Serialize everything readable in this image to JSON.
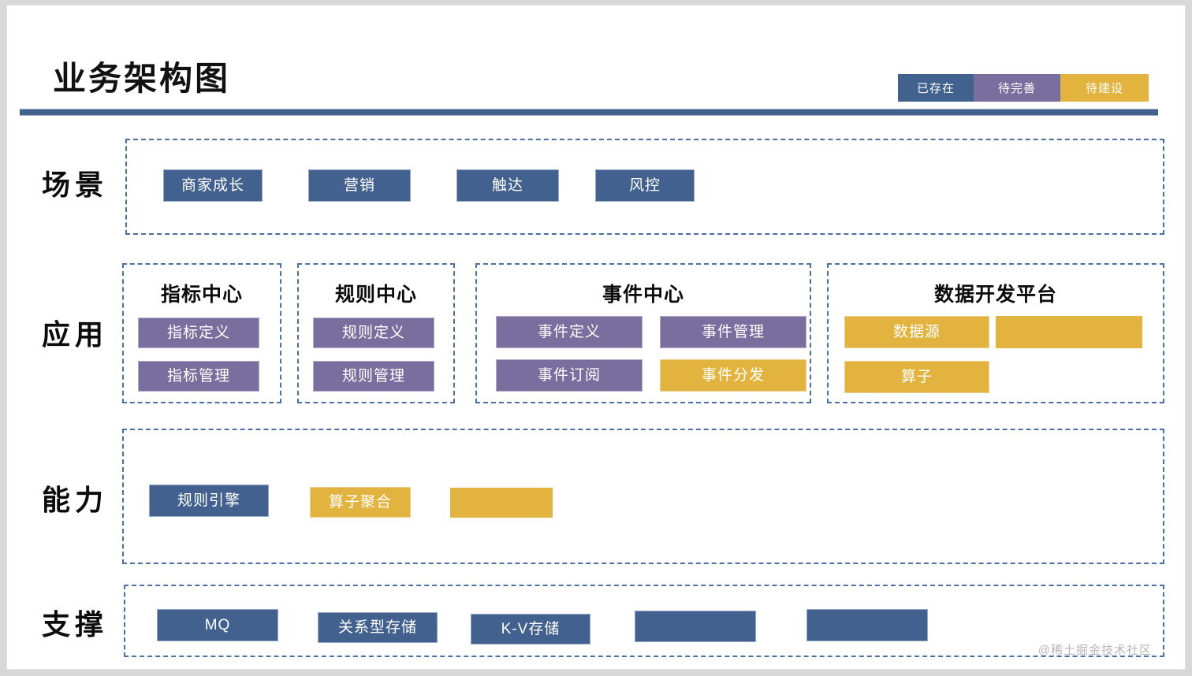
{
  "header": {
    "title": "业务架构图"
  },
  "legend": {
    "items": [
      {
        "label": "已存在",
        "color": "#41618f",
        "key": "exist"
      },
      {
        "label": "待完善",
        "color": "#7a6e9e",
        "key": "improve"
      },
      {
        "label": "待建设",
        "color": "#e2b33e",
        "key": "build"
      }
    ]
  },
  "rows": {
    "scene": {
      "label": "场景",
      "items": [
        {
          "label": "商家成长",
          "status": "已存在"
        },
        {
          "label": "营销",
          "status": "已存在"
        },
        {
          "label": "触达",
          "status": "已存在"
        },
        {
          "label": "风控",
          "status": "已存在"
        }
      ]
    },
    "application": {
      "label": "应用",
      "groups": [
        {
          "title": "指标中心",
          "items": [
            {
              "label": "指标定义",
              "status": "待完善"
            },
            {
              "label": "指标管理",
              "status": "待完善"
            }
          ]
        },
        {
          "title": "规则中心",
          "items": [
            {
              "label": "规则定义",
              "status": "待完善"
            },
            {
              "label": "规则管理",
              "status": "待完善"
            }
          ]
        },
        {
          "title": "事件中心",
          "items": [
            {
              "label": "事件定义",
              "status": "待完善"
            },
            {
              "label": "事件管理",
              "status": "待完善"
            },
            {
              "label": "事件订阅",
              "status": "待完善"
            },
            {
              "label": "事件分发",
              "status": "待建设"
            }
          ]
        },
        {
          "title": "数据开发平台",
          "items": [
            {
              "label": "数据源",
              "status": "待建设"
            },
            {
              "label": "",
              "status": "待建设"
            },
            {
              "label": "算子",
              "status": "待建设"
            }
          ]
        }
      ]
    },
    "ability": {
      "label": "能力",
      "items": [
        {
          "label": "规则引擎",
          "status": "已存在"
        },
        {
          "label": "算子聚合",
          "status": "待建设"
        },
        {
          "label": "",
          "status": "待建设"
        }
      ]
    },
    "support": {
      "label": "支撑",
      "items": [
        {
          "label": "MQ",
          "status": "已存在"
        },
        {
          "label": "关系型存储",
          "status": "已存在"
        },
        {
          "label": "K-V存储",
          "status": "已存在"
        },
        {
          "label": "",
          "status": "已存在"
        },
        {
          "label": "",
          "status": "已存在"
        }
      ]
    }
  },
  "watermark": {
    "text": "@稀土掘金技术社区"
  },
  "colors": {
    "blue": "#42618f",
    "purple": "#7a6e9e",
    "yellow": "#e2b33e",
    "dashed_border": "#4a6fa5",
    "title_rule": "#41618f",
    "background": "#ffffff"
  }
}
